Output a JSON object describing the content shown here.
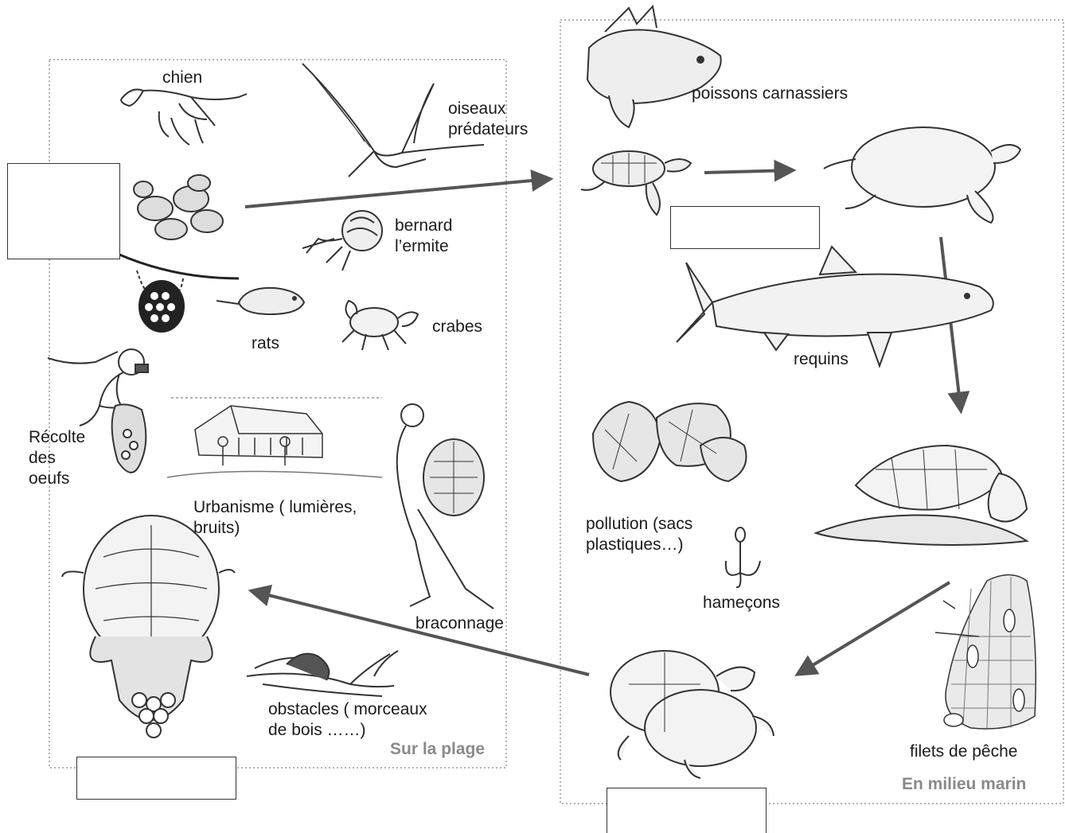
{
  "regions": {
    "beach": {
      "title": "Sur la plage"
    },
    "marine": {
      "title": "En milieu marin"
    }
  },
  "labels": {
    "chien": "chien",
    "oiseaux_line1": "oiseaux",
    "oiseaux_line2": "prédateurs",
    "bernard_line1": "bernard",
    "bernard_line2": "l’ermite",
    "rats": "rats",
    "crabes": "crabes",
    "recolte_line1": "Récolte",
    "recolte_line2": "des",
    "recolte_line3": "oeufs",
    "urbanisme_line1": "Urbanisme ( lumières,",
    "urbanisme_line2": "bruits)",
    "braconnage": "braconnage",
    "obstacles_line1": "obstacles ( morceaux",
    "obstacles_line2": "de bois ……)",
    "poissons": "poissons carnassiers",
    "requins": "requins",
    "pollution_line1": "pollution (sacs",
    "pollution_line2": "plastiques…)",
    "hamecons": "hameçons",
    "filets": "filets de pêche"
  },
  "icons": [
    "dog-icon",
    "bird-icon",
    "hatchlings-icon",
    "nest-icon",
    "rat-icon",
    "hermit-crab-icon",
    "crab-icon",
    "egg-collector-icon",
    "house-icon",
    "poacher-icon",
    "nesting-turtle-icon",
    "driftwood-icon",
    "grouper-fish-icon",
    "juvenile-turtle-icon",
    "subadult-turtle-icon",
    "shark-icon",
    "plastic-bags-icon",
    "fish-hook-icon",
    "adult-turtle-icon",
    "mating-turtles-icon",
    "fishing-net-icon"
  ],
  "colors": {
    "arrow": "#555555",
    "frame": "#999999",
    "line": "#333333"
  }
}
